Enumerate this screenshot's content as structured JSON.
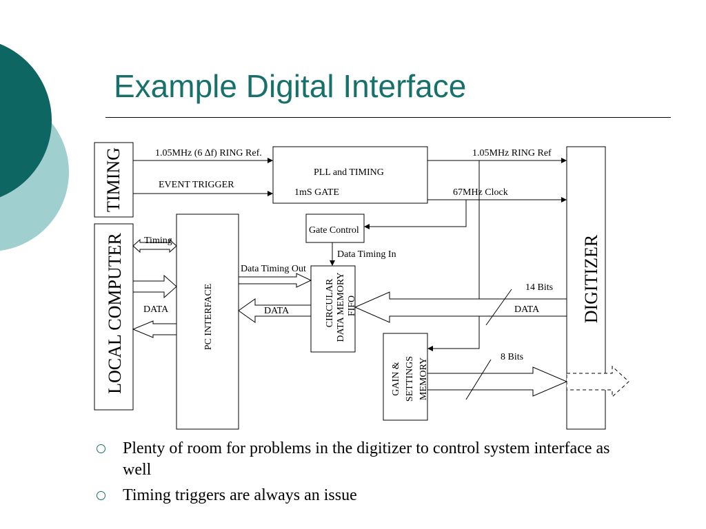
{
  "slide": {
    "title": "Example Digital Interface",
    "accent_colors": [
      "#0d6662",
      "#9fcfcf",
      "#17706a"
    ]
  },
  "diagram": {
    "blocks": {
      "timing": "TIMING",
      "local_computer": "LOCAL COMPUTER",
      "digitizer": "DIGITIZER",
      "pll_timing": "PLL and  TIMING",
      "gate_control": "Gate Control",
      "pc_interface": "PC INTERFACE",
      "circular_memory": [
        "CIRCULAR",
        "DATA MEMORY",
        "FIFO"
      ],
      "gain_settings": [
        "GAIN &",
        "SETTINGS",
        "MEMORY"
      ]
    },
    "signals": {
      "ring_ref_in": "1.05MHz (6 ∆f) RING Ref.",
      "ring_ref_out": "1.05MHz RING Ref",
      "event_trigger": "EVENT TRIGGER",
      "gate_1ms": "1mS GATE",
      "clock_67mhz": "67MHz Clock",
      "timing": "Timing",
      "data_timing_out": "Data Timing Out",
      "data_timing_in": "Data Timing In",
      "data_pc": "DATA",
      "data_fifo": "DATA",
      "data_digitizer": "DATA",
      "bits_14": "14 Bits",
      "bits_8": "8 Bits"
    }
  },
  "bullets": [
    "Plenty of room for problems in the digitizer to control system interface as well",
    "Timing triggers are always an issue"
  ]
}
